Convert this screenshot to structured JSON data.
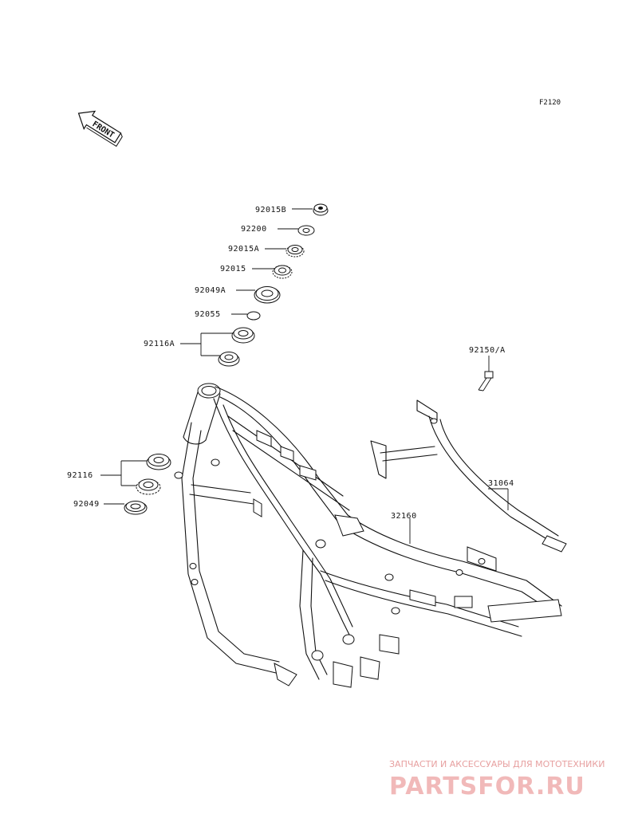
{
  "figure_code": "F2120",
  "front_label": "FRONT",
  "callouts": [
    {
      "id": "92015B"
    },
    {
      "id": "92200"
    },
    {
      "id": "92015A"
    },
    {
      "id": "92015"
    },
    {
      "id": "92049A"
    },
    {
      "id": "92055"
    },
    {
      "id": "92116A"
    },
    {
      "id": "92150/A"
    },
    {
      "id": "31064"
    },
    {
      "id": "32160"
    },
    {
      "id": "92116"
    },
    {
      "id": "92049"
    }
  ],
  "watermark": {
    "tagline": "ЗАПЧАСТИ И АКСЕССУАРЫ ДЛЯ МОТОТЕХНИКИ",
    "brand": "PARTSFOR.RU",
    "color": "#e7a0a0"
  }
}
